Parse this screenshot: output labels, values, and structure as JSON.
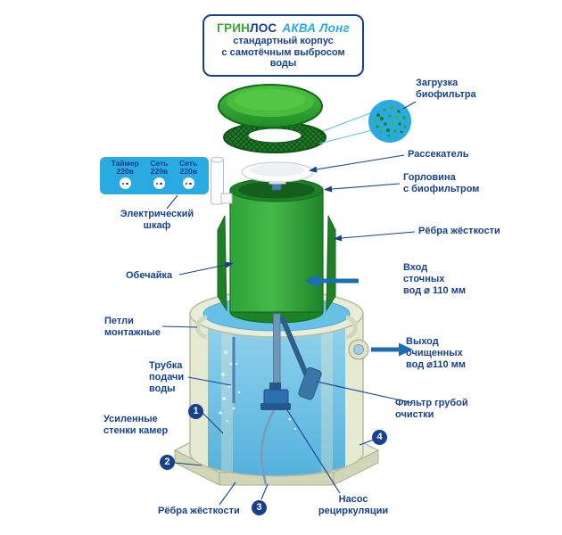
{
  "title": {
    "brand_part1": "ГРИН",
    "brand_part2": "ЛОС",
    "brand_part3": "АКВА Лонг",
    "subtitle_line1": "стандартный корпус",
    "subtitle_line2": "с самотёчным выбросом воды"
  },
  "electrical_panel": {
    "sockets": [
      {
        "name": "Таймер",
        "voltage": "220в"
      },
      {
        "name": "Сеть",
        "voltage": "220в"
      },
      {
        "name": "Сеть",
        "voltage": "220в"
      }
    ]
  },
  "labels": {
    "biofilter_load": "Загрузка\nбиофильтра",
    "diffuser": "Рассекатель",
    "neck_with_biofilter": "Горловина\nс биофильтром",
    "electrical_cabinet": "Электрический\nшкаф",
    "stiffening_ribs_right": "Рёбра жёсткости",
    "shell": "Обечайка",
    "inlet": "Вход\nсточных\nвод ⌀ 110 мм",
    "mounting_loops": "Петли\nмонтажные",
    "outlet": "Выход\nочищенных\nвод ⌀110 мм",
    "water_supply_tube": "Трубка\nподачи\nводы",
    "coarse_filter": "Фильтр грубой\nочистки",
    "reinforced_walls": "Усиленные\nстенки камер",
    "stiffening_ribs_bottom": "Рёбра жёсткости",
    "recirculation_pump": "Насос\nрециркуляции"
  },
  "markers": {
    "m1": "1",
    "m2": "2",
    "m3": "3",
    "m4": "4"
  },
  "colors": {
    "label_text": "#17418f",
    "accent_blue": "#29abe2",
    "brand_green": "#3aaa35",
    "lid_green": "#2fa52f",
    "water_blue": "#5fbbe4",
    "tank_beige": "#e9ecd7",
    "arrow_blue": "#1c6fb5"
  }
}
